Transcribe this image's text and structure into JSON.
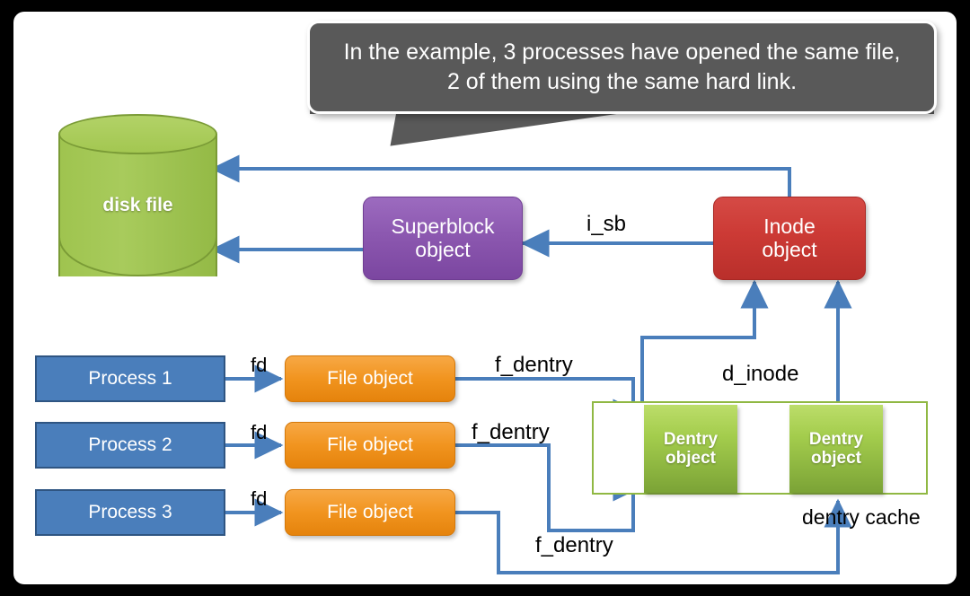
{
  "callout": {
    "text": "In the example, 3 processes have opened the same file,\n2 of them using the same hard link."
  },
  "nodes": {
    "disk_file": "disk file",
    "superblock": "Superblock\nobject",
    "inode": "Inode\nobject",
    "processes": [
      "Process 1",
      "Process 2",
      "Process 3"
    ],
    "file_objects": [
      "File object",
      "File object",
      "File object"
    ],
    "dentry_objects": [
      "Dentry\nobject",
      "Dentry\nobject"
    ]
  },
  "edge_labels": {
    "i_sb": "i_sb",
    "d_inode": "d_inode",
    "fd1": "fd",
    "fd2": "fd",
    "fd3": "fd",
    "f_dentry1": "f_dentry",
    "f_dentry2": "f_dentry",
    "f_dentry3": "f_dentry"
  },
  "annotations": {
    "dentry_cache": "dentry cache"
  },
  "colors": {
    "arrow": "#4a7ebb",
    "disk_green": "#a3c751",
    "superblock_purple": "#8c58b0",
    "inode_red": "#cc3a35",
    "process_blue": "#4a7ebb",
    "file_orange": "#f1941f",
    "dentry_green": "#a4cd4d",
    "dentry_cache_border": "#90b843",
    "callout_gray": "#595959",
    "frame_black": "#000000"
  }
}
